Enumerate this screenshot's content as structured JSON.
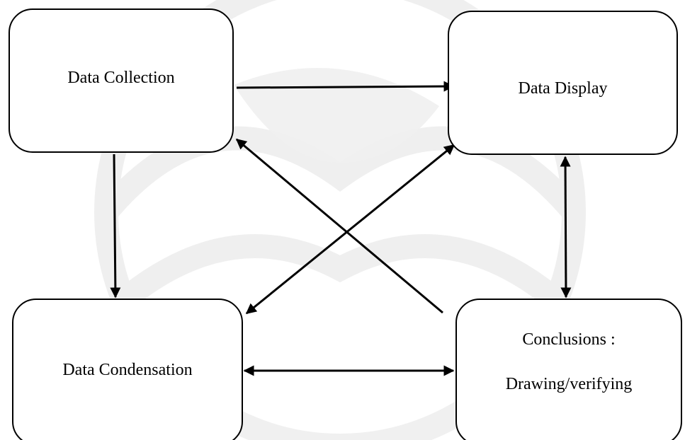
{
  "diagram": {
    "nodes": {
      "collection": {
        "label": "Data Collection"
      },
      "display": {
        "label": "Data Display"
      },
      "condensation": {
        "label": "Data Condensation"
      },
      "conclusions": {
        "line1": "Conclusions :",
        "line2": "Drawing/verifying"
      }
    },
    "edges": [
      {
        "from": "collection",
        "to": "display",
        "direction": "forward"
      },
      {
        "from": "collection",
        "to": "condensation",
        "direction": "forward"
      },
      {
        "from": "conclusions",
        "to": "collection",
        "direction": "forward"
      },
      {
        "from": "condensation",
        "to": "display",
        "direction": "both"
      },
      {
        "from": "display",
        "to": "conclusions",
        "direction": "both"
      },
      {
        "from": "condensation",
        "to": "conclusions",
        "direction": "both"
      }
    ],
    "colors": {
      "stroke": "#000000",
      "background": "#ffffff",
      "watermark": "#eeeeee"
    }
  }
}
